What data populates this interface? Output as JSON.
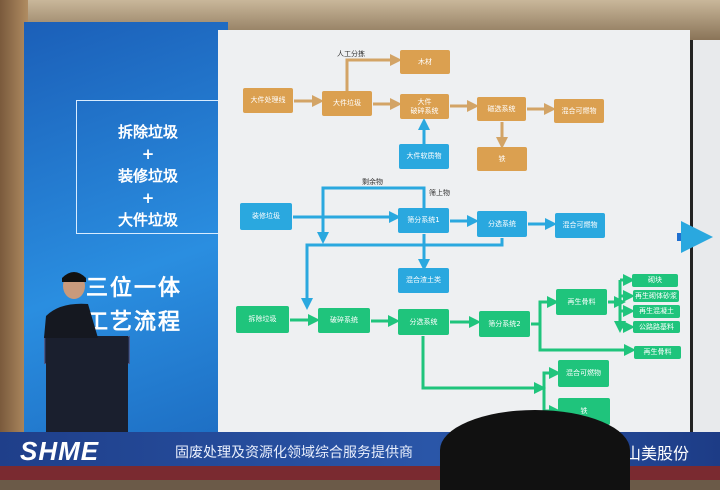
{
  "left_panel": {
    "lines": [
      "拆除垃圾",
      "+",
      "装修垃圾",
      "+",
      "大件垃圾"
    ],
    "title_line1": "三位一体",
    "title_line2": "工艺流程"
  },
  "diagram": {
    "orange": {
      "large_line": "大件处理线",
      "large_waste": "大件垃圾",
      "wood": "木材",
      "large_crush": "大件\n破碎系统",
      "magnetic": "磁选系统",
      "mixed_combustible": "混合可燃物",
      "iron": "铁",
      "manual_sort": "人工分拣"
    },
    "blue": {
      "large_soft": "大件软质物",
      "decoration_waste": "装修垃圾",
      "screen1": "筛分系统1",
      "sorting": "分选系统",
      "mixed_combustible": "混合可燃物",
      "mixed_soil": "混合渣土类",
      "residue": "剩余物",
      "oversize": "筛上物"
    },
    "green": {
      "demolition_waste": "拆除垃圾",
      "crush": "破碎系统",
      "sorting": "分选系统",
      "screen2": "筛分系统2",
      "recycled_aggregate": "再生骨料",
      "block": "砌块",
      "masonry_mortar": "再生砌体砂浆",
      "concrete": "再生混凝土",
      "roadbed": "公路路基料",
      "recycled_aggregate2": "再生骨料",
      "mixed_combustible": "混合可燃物",
      "iron": "铁"
    },
    "colors": {
      "orange": "#dba050",
      "blue": "#2aa8df",
      "green": "#1fc47c"
    }
  },
  "banner": {
    "logo": "SHME",
    "slogan": "固废处理及资源化领域综合服务提供商",
    "brand": "山美股份",
    "brand_icon": "wechat-icon"
  }
}
